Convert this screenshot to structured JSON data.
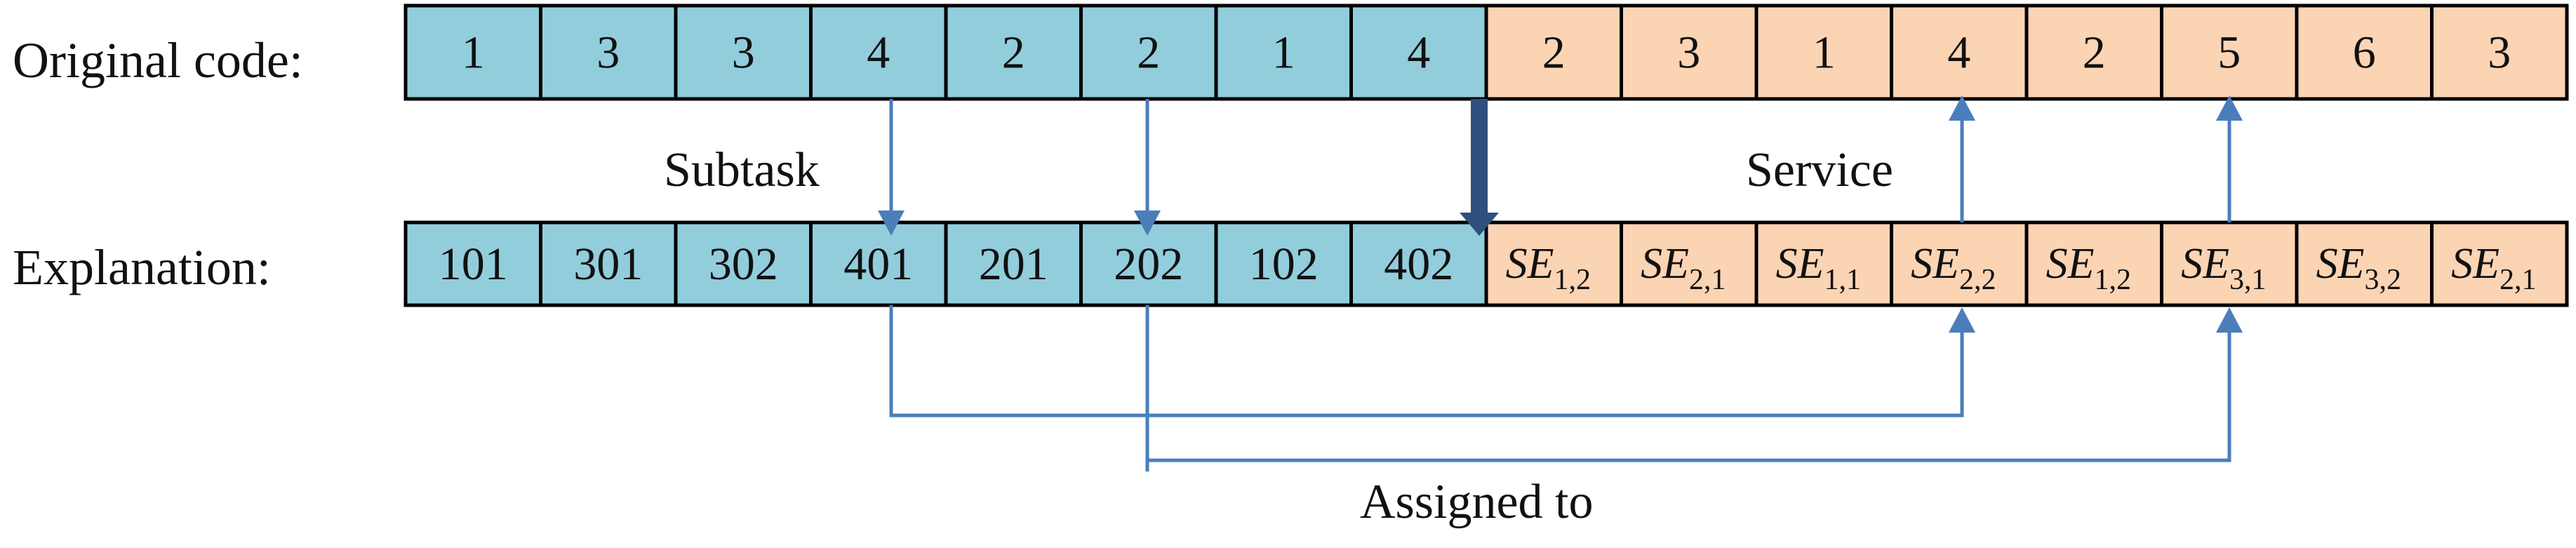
{
  "labels": {
    "original_code": "Original code:",
    "explanation": "Explanation:",
    "subtask": "Subtask",
    "service": "Service",
    "assigned_to": "Assigned to"
  },
  "colors": {
    "subtask_fill": "#92cddc",
    "service_fill": "#fbd4b4",
    "arrow": "#4a7ebb",
    "divider_arrow": "#2f4f7f",
    "border": "#000000"
  },
  "original_code": {
    "subtask_genes": [
      "1",
      "3",
      "3",
      "4",
      "2",
      "2",
      "1",
      "4"
    ],
    "service_genes": [
      "2",
      "3",
      "1",
      "4",
      "2",
      "5",
      "6",
      "3"
    ]
  },
  "explanation": {
    "subtask_ids": [
      "101",
      "301",
      "302",
      "401",
      "201",
      "202",
      "102",
      "402"
    ],
    "services": [
      {
        "base": "SE",
        "sub": "1,2"
      },
      {
        "base": "SE",
        "sub": "2,1"
      },
      {
        "base": "SE",
        "sub": "1,1"
      },
      {
        "base": "SE",
        "sub": "2,2"
      },
      {
        "base": "SE",
        "sub": "1,2"
      },
      {
        "base": "SE",
        "sub": "3,1"
      },
      {
        "base": "SE",
        "sub": "3,2"
      },
      {
        "base": "SE",
        "sub": "2,1"
      }
    ]
  }
}
